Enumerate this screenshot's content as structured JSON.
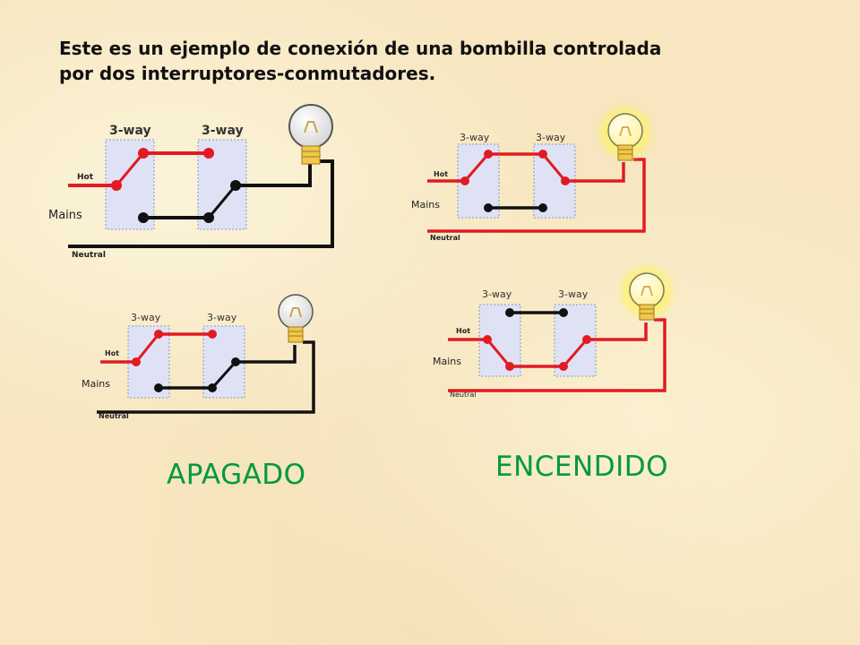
{
  "heading": {
    "line1": "Este es un ejemplo de conexión de una bombilla controlada",
    "line2": "por dos interruptores-conmutadores."
  },
  "diagram_labels": {
    "switch": "3-way",
    "hot": "Hot",
    "mains": "Mains",
    "neutral": "Neutral"
  },
  "states": {
    "off": "APAGADO",
    "on": "ENCENDIDO"
  },
  "colors": {
    "hot_wire": "#e21a22",
    "traveler_off": "#111111",
    "switch_box": "#dfe2f5",
    "bulb_glow": "#fff35a",
    "state_text": "#009a3d"
  },
  "icons": [
    "light-bulb-icon",
    "three-way-switch-icon"
  ]
}
